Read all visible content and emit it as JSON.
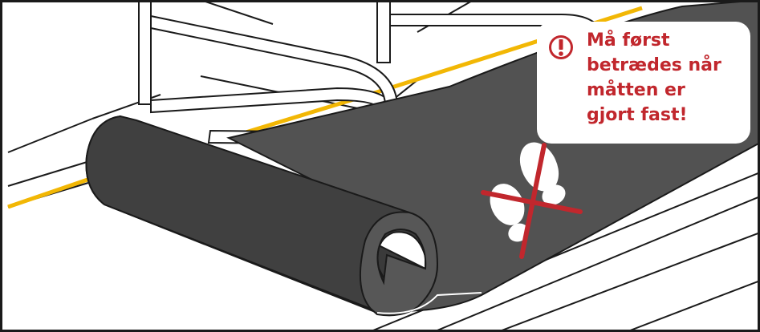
{
  "warning": {
    "icon": "exclamation-circle-icon",
    "lines": [
      "Må først",
      "betrædes når",
      "måtten er",
      "gjort fast!"
    ]
  },
  "colors": {
    "mat": "#525252",
    "mat_roll": "#3a3a3a",
    "outline": "#1a1a1a",
    "tape": "#f2b705",
    "warning_red": "#c1272d",
    "footprint": "#ffffff"
  },
  "icons": {
    "crossed_footprints": "crossed-out-footprints-icon"
  }
}
